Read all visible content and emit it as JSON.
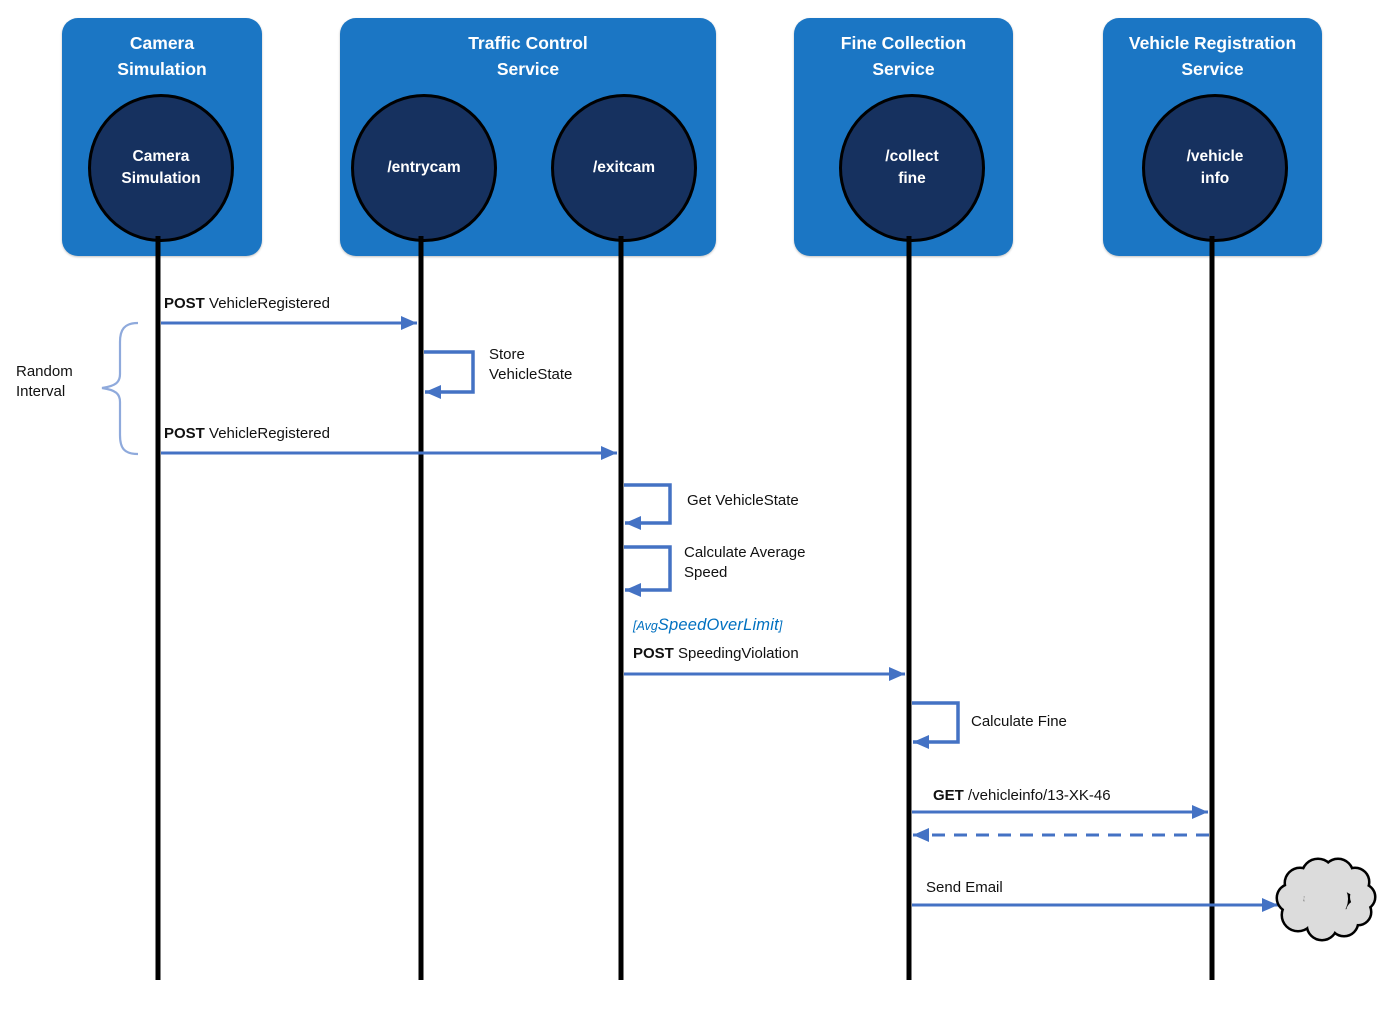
{
  "colors": {
    "box_fill": "#1B76C4",
    "node_fill": "#16315F",
    "arrow": "#4472C4",
    "brace": "#8FAADC",
    "condition_text": "#0070C0",
    "cloud_fill": "#DCDCDC"
  },
  "actors": [
    {
      "title_lines": [
        "Camera",
        "Simulation"
      ],
      "nodes": [
        {
          "lines": [
            "Camera",
            "Simulation"
          ]
        }
      ]
    },
    {
      "title_lines": [
        "Traffic Control",
        "Service"
      ],
      "nodes": [
        {
          "lines": [
            "/entrycam"
          ]
        },
        {
          "lines": [
            "/exitcam"
          ]
        }
      ]
    },
    {
      "title_lines": [
        "Fine Collection",
        "Service"
      ],
      "nodes": [
        {
          "lines": [
            "/collect",
            "fine"
          ]
        }
      ]
    },
    {
      "title_lines": [
        "Vehicle Registration",
        "Service"
      ],
      "nodes": [
        {
          "lines": [
            "/vehicle",
            "info"
          ]
        }
      ]
    }
  ],
  "messages": {
    "post_vehicle_registered_1": {
      "keyword": "POST",
      "text": "VehicleRegistered"
    },
    "store_vehicle_state": {
      "text": "Store VehicleState"
    },
    "random_interval": {
      "text": "Random Interval"
    },
    "post_vehicle_registered_2": {
      "keyword": "POST",
      "text": "VehicleRegistered"
    },
    "get_vehicle_state": {
      "text": "Get VehicleState"
    },
    "calculate_average_speed": {
      "text": "Calculate Average Speed"
    },
    "condition": {
      "small_prefix": "[Avg",
      "emphasis": "SpeedOverLimit",
      "small_suffix": "]"
    },
    "post_speeding_violation": {
      "keyword": "POST",
      "text": "SpeedingViolation"
    },
    "calculate_fine": {
      "text": "Calculate Fine"
    },
    "get_vehicle_info": {
      "keyword": "GET",
      "text": "/vehicleinfo/13-XK-46"
    },
    "send_email": {
      "text": "Send Email"
    }
  }
}
